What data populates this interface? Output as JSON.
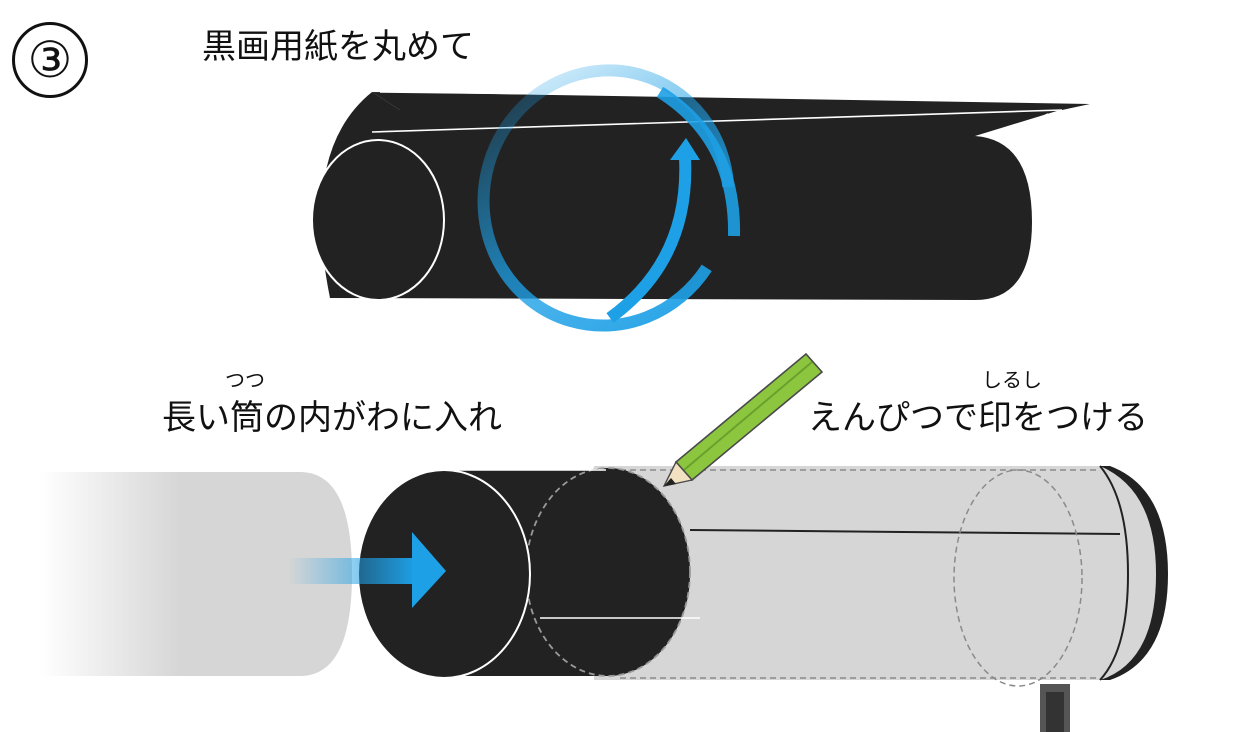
{
  "step": {
    "number": "③"
  },
  "captions": {
    "roll": "黒画用紙を丸めて",
    "insert": "長い筒の内がわに入れ",
    "insert_ruby": "つつ",
    "mark": "えんぴつで印をつける",
    "mark_ruby": "しるし"
  },
  "colors": {
    "paper_black": "#222222",
    "tube_gray": "#d6d6d6",
    "arrow_blue": "#1ea0e6",
    "pencil_green": "#8cc63f"
  },
  "icons": {
    "rotate": "circular-arrow-icon",
    "push": "right-arrow-icon",
    "pencil": "pencil-icon"
  }
}
